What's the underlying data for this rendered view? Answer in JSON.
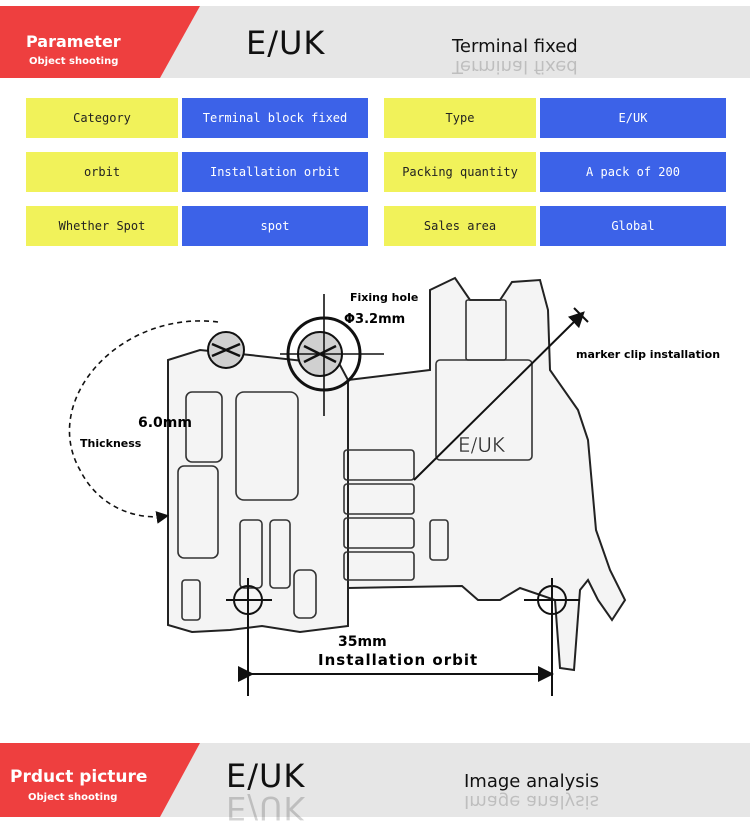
{
  "header": {
    "tab_title": "Parameter",
    "tab_subtitle": "Object shooting",
    "model": "E/UK",
    "caption": "Terminal fixed",
    "accent_color": "#ee3f3f"
  },
  "parameters": {
    "rows": [
      [
        {
          "label": "Category",
          "value": "Terminal block fixed"
        },
        {
          "label": "Type",
          "value": "E/UK"
        }
      ],
      [
        {
          "label": "orbit",
          "value": "Installation orbit"
        },
        {
          "label": "Packing quantity",
          "value": "A pack of 200"
        }
      ],
      [
        {
          "label": "Whether Spot",
          "value": "spot"
        },
        {
          "label": "Sales area",
          "value": "Global"
        }
      ]
    ],
    "label_color": "#f1f25a",
    "value_color": "#3c62e8"
  },
  "diagram": {
    "fixing_hole": "Fixing hole",
    "hole_size": "Φ3.2mm",
    "marker": "marker clip installation",
    "thickness_value": "6.0mm",
    "thickness_label": "Thickness",
    "part_marking": "E/UK",
    "rail_width": "35mm",
    "rail_label": "Installation orbit"
  },
  "footer": {
    "tab_title": "Prduct picture",
    "tab_subtitle": "Object shooting",
    "model": "E/UK",
    "caption": "Image analysis"
  }
}
